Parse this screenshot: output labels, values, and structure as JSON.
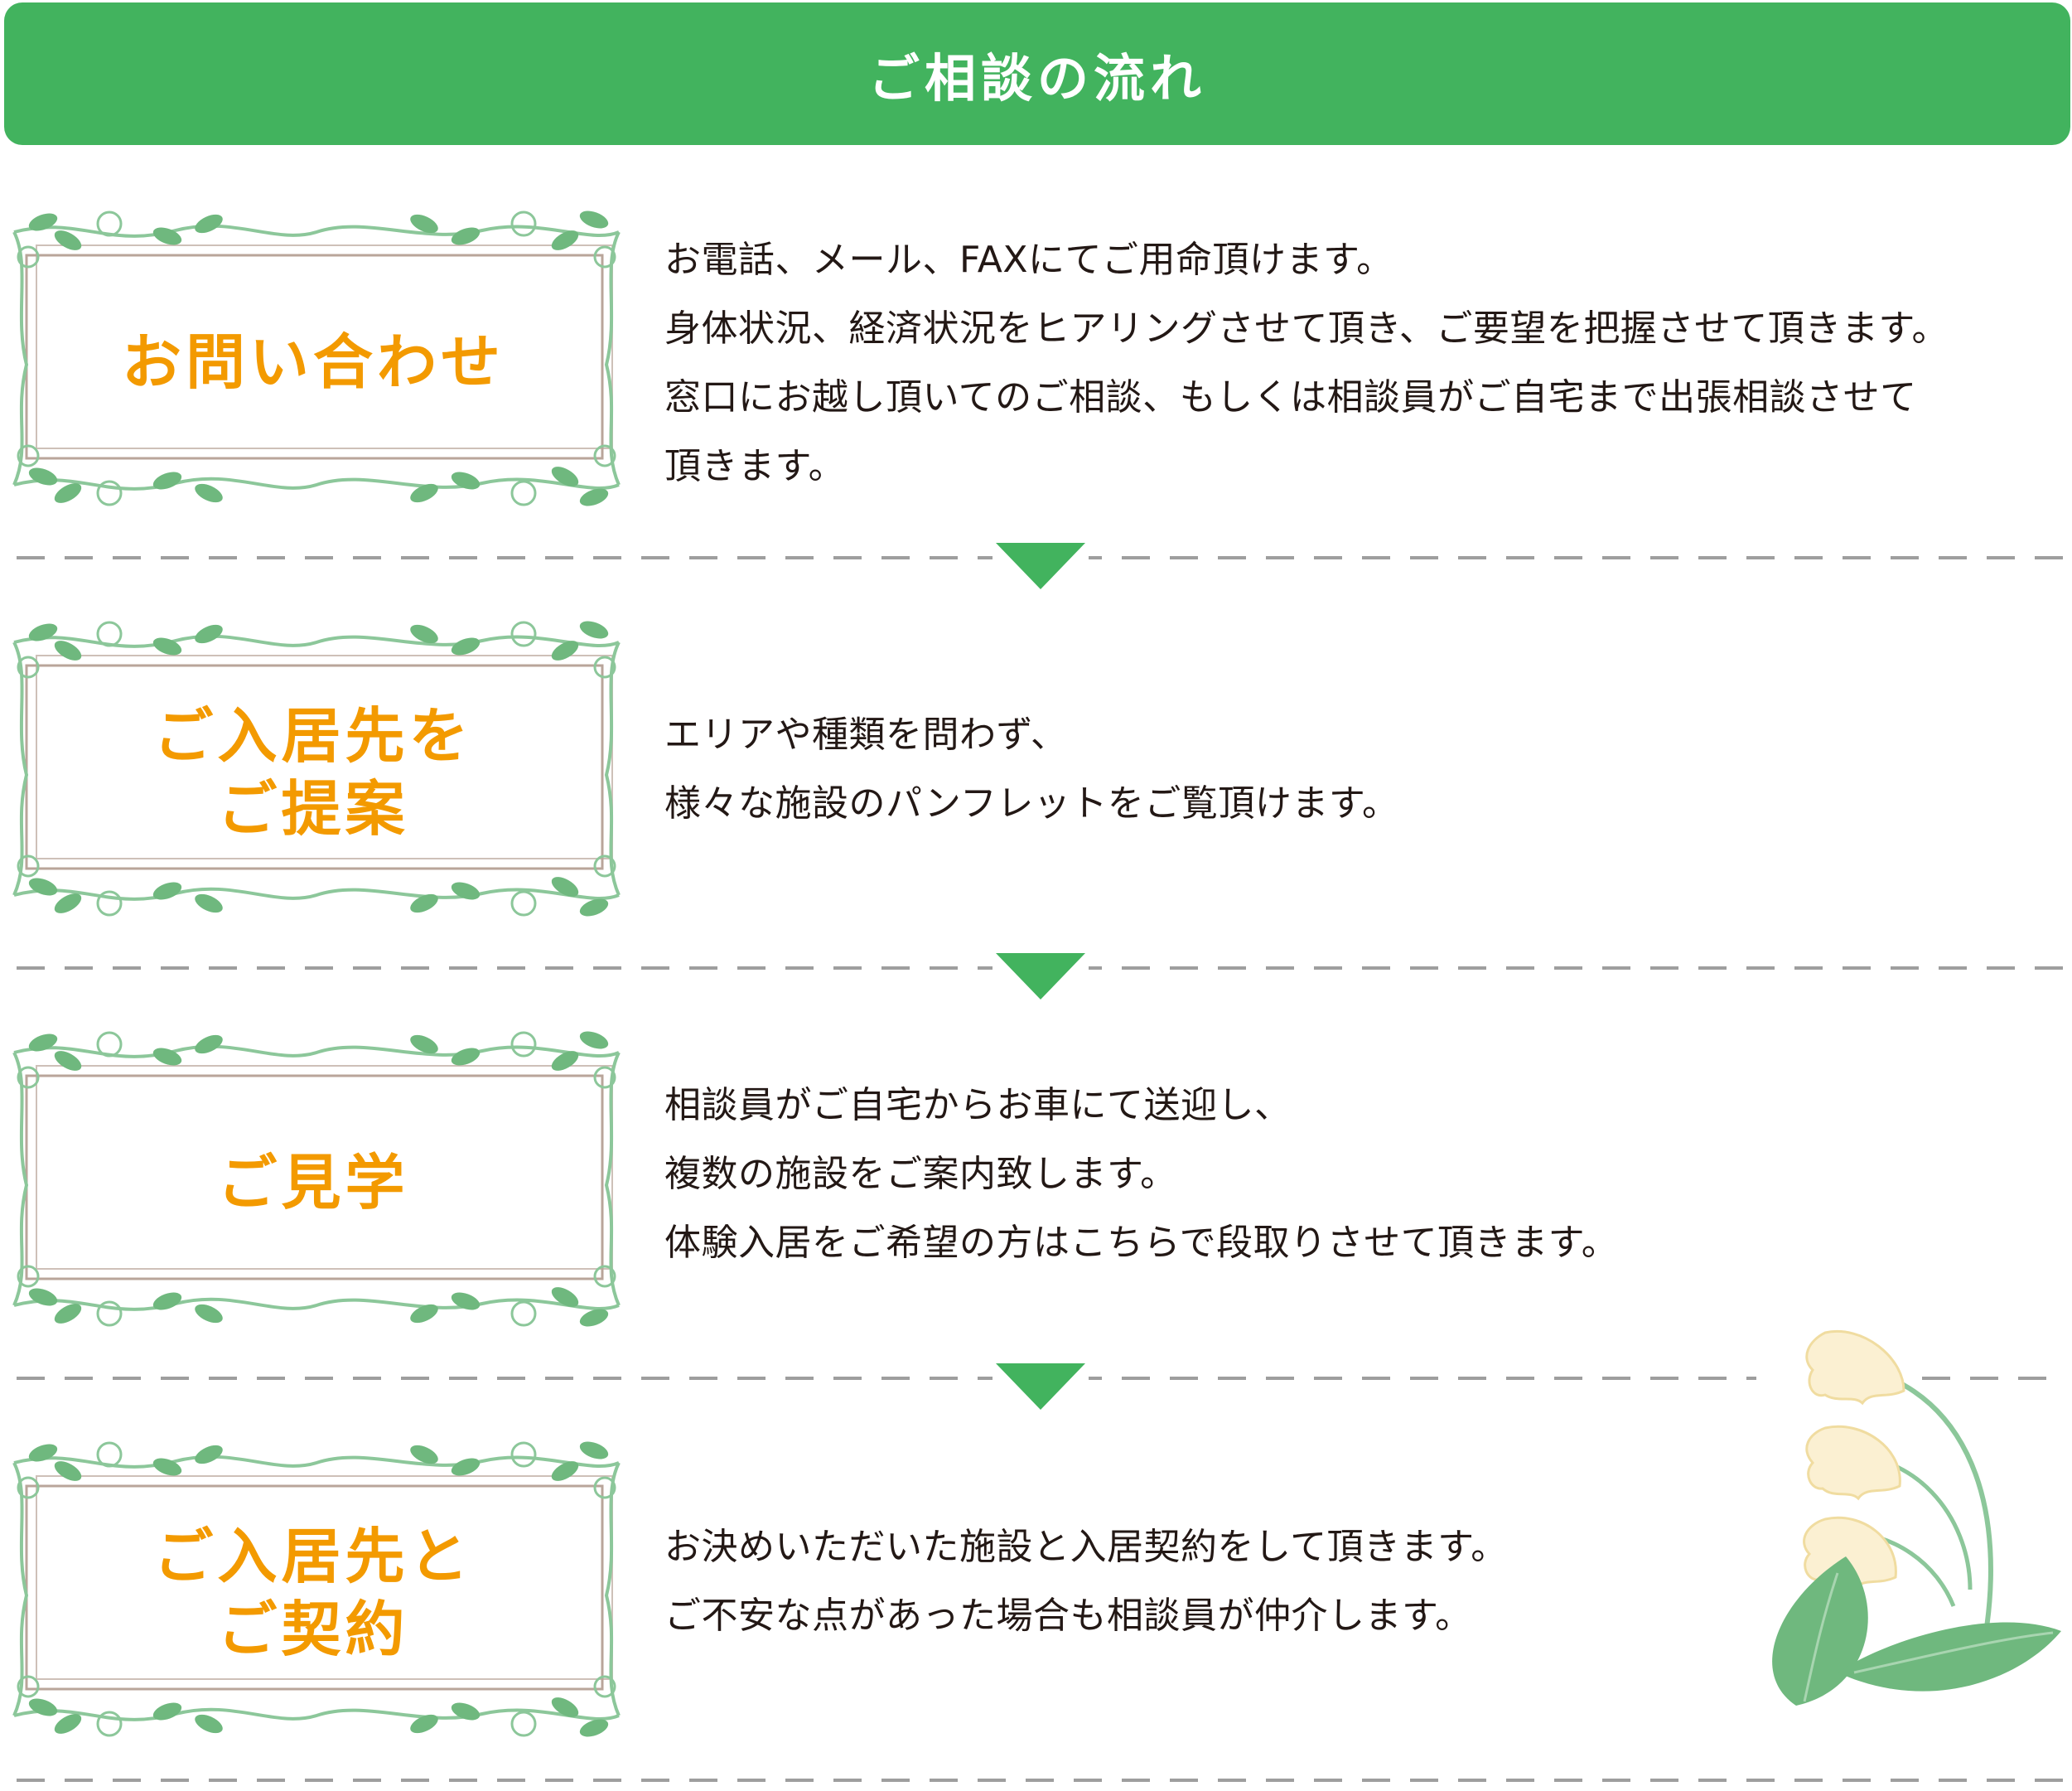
{
  "header": {
    "title": "ご相談の流れ"
  },
  "colors": {
    "accent": "#42b35e",
    "label": "#f39a00",
    "leaf": "#6fb87e",
    "frame_line": "#b9a59a",
    "dash": "#9e9e9e"
  },
  "steps": [
    {
      "label_lines": [
        "お問い合わせ"
      ],
      "desc_lines": [
        "お電話、メール、FAXにてご用命頂けます。",
        "身体状況、経済状況をヒアリングさせて頂き、ご要望を把握させて頂きます。",
        "窓口にお越し頂いてのご相談、もしくは相談員がご自宅まで出張相談させて",
        "頂きます。"
      ]
    },
    {
      "label_lines": [
        "ご入居先を",
        "ご提案"
      ],
      "desc_lines": [
        "エリアや種類を問わず、",
        "様々な施設のパンフレットをご覧頂けます。"
      ]
    },
    {
      "label_lines": [
        "ご見学"
      ],
      "desc_lines": [
        "相談員がご自宅からお車にて送迎し、",
        "複数の施設をご案内致します。",
        "体験入居をご希望の方はこちらで段取りさせて頂きます。"
      ]
    },
    {
      "label_lines": [
        "ご入居先と",
        "ご契約"
      ],
      "desc_lines": [
        "お決めいただいた施設と入居契約をして頂きます。",
        "ご不安な点があった場合も相談員が仲介します。"
      ]
    }
  ],
  "icons": {
    "frame": "vine-frame-icon",
    "arrow": "down-triangle-icon",
    "flower": "lily-of-the-valley-icon"
  }
}
